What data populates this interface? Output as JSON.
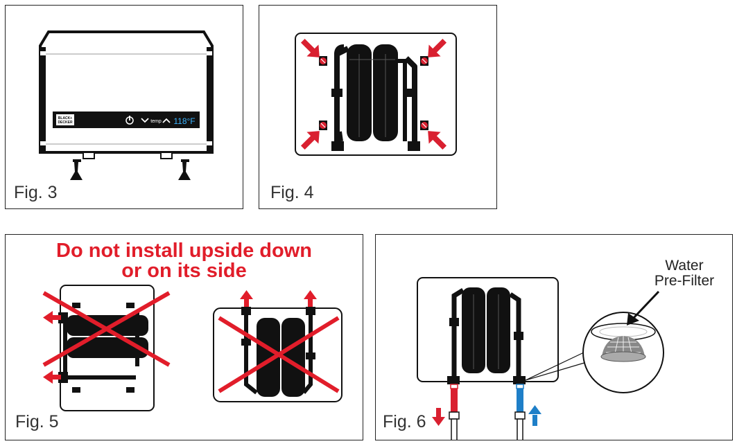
{
  "figures": {
    "fig3": {
      "label": "Fig. 3",
      "display": {
        "brand_line1": "BLACK+",
        "brand_line2": "DECKER",
        "temp_word": "temp",
        "temp_value": "118°F"
      }
    },
    "fig4": {
      "label": "Fig. 4"
    },
    "fig5": {
      "label": "Fig. 5",
      "warning_line1": "Do not install upside down",
      "warning_line2": "or on its side"
    },
    "fig6": {
      "label": "Fig. 6",
      "callout_line1": "Water",
      "callout_line2": "Pre-Filter"
    }
  },
  "colors": {
    "warning_red": "#e11d2a",
    "hot_red": "#d92030",
    "cold_blue": "#1e7fc8",
    "display_blue": "#3cb4ff",
    "unit_black": "#111111"
  }
}
